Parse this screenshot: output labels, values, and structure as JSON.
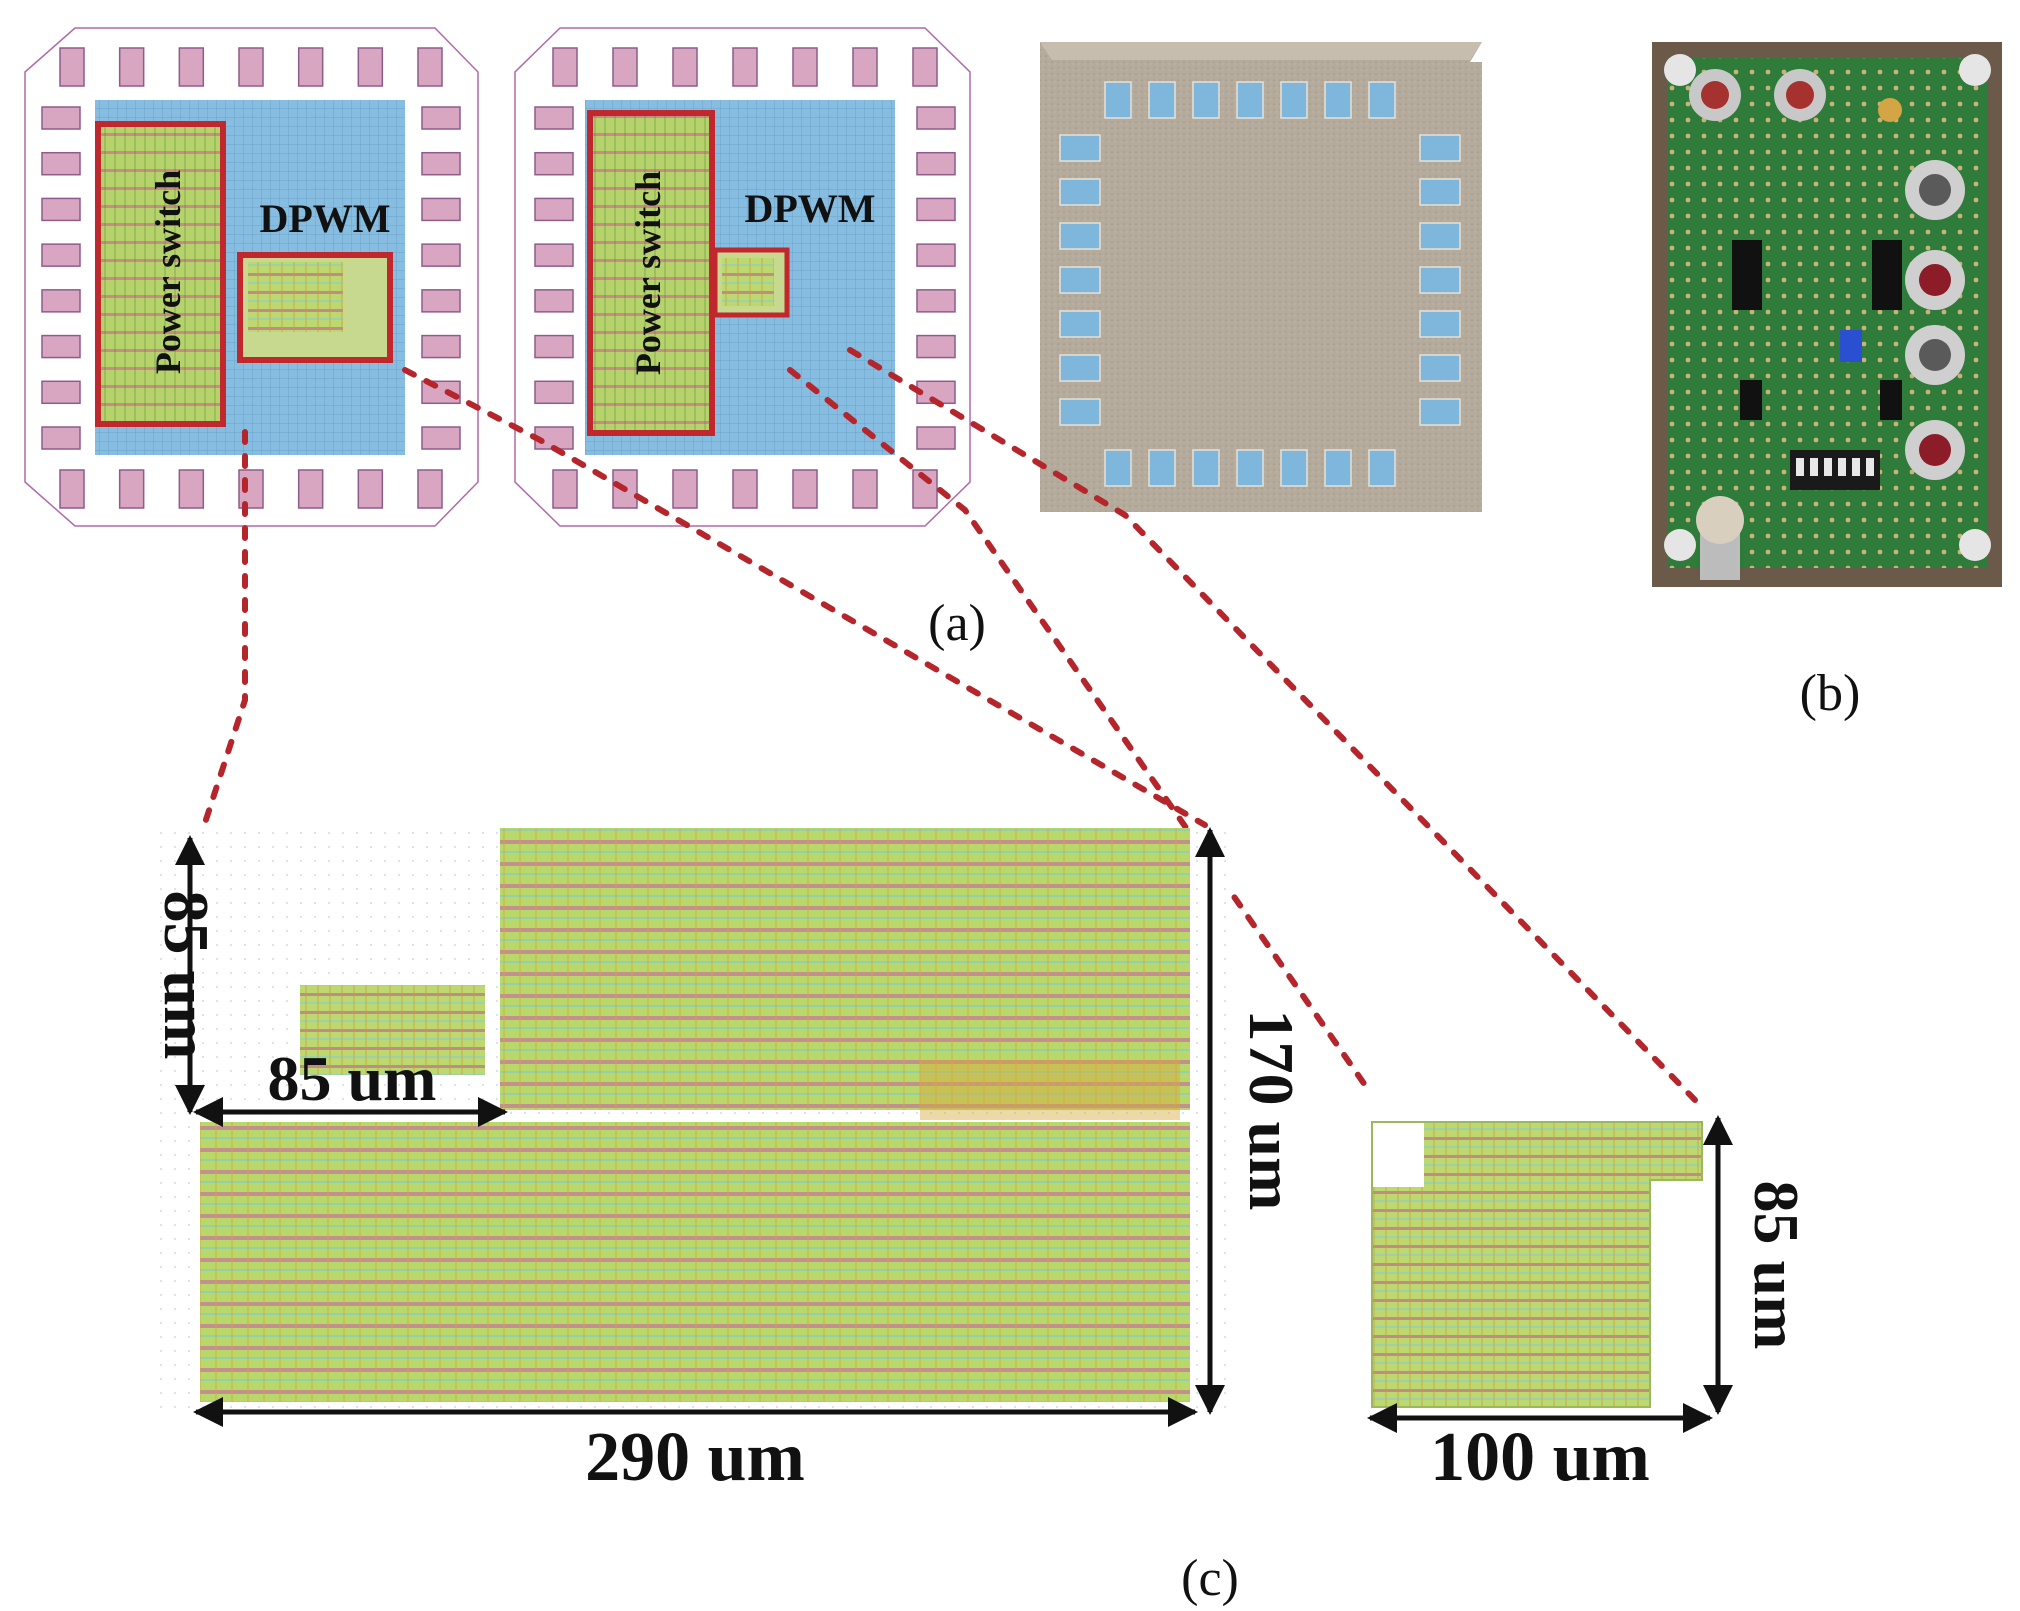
{
  "labels": {
    "panel_a": "(a)",
    "panel_b": "(b)",
    "panel_c": "(c)"
  },
  "layouts": [
    {
      "power_label": "Power switch",
      "dpwm_label": "DPWM"
    },
    {
      "power_label": "Power switch",
      "dpwm_label": "DPWM"
    }
  ],
  "dimensions": {
    "left_height_small": "85 um",
    "left_width_small": "85 um",
    "left_height_large": "170 um",
    "left_width_large": "290 um",
    "right_height": "85 um",
    "right_width": "100 um"
  },
  "colors": {
    "highlight_red": "#c0282d",
    "die_blue": "#7fb7dc",
    "pad_pink": "#d8a6c0",
    "cell_green": "#a9cf4a",
    "pcb_green": "#2f7b3a",
    "chip_grey": "#b4aa9c"
  }
}
